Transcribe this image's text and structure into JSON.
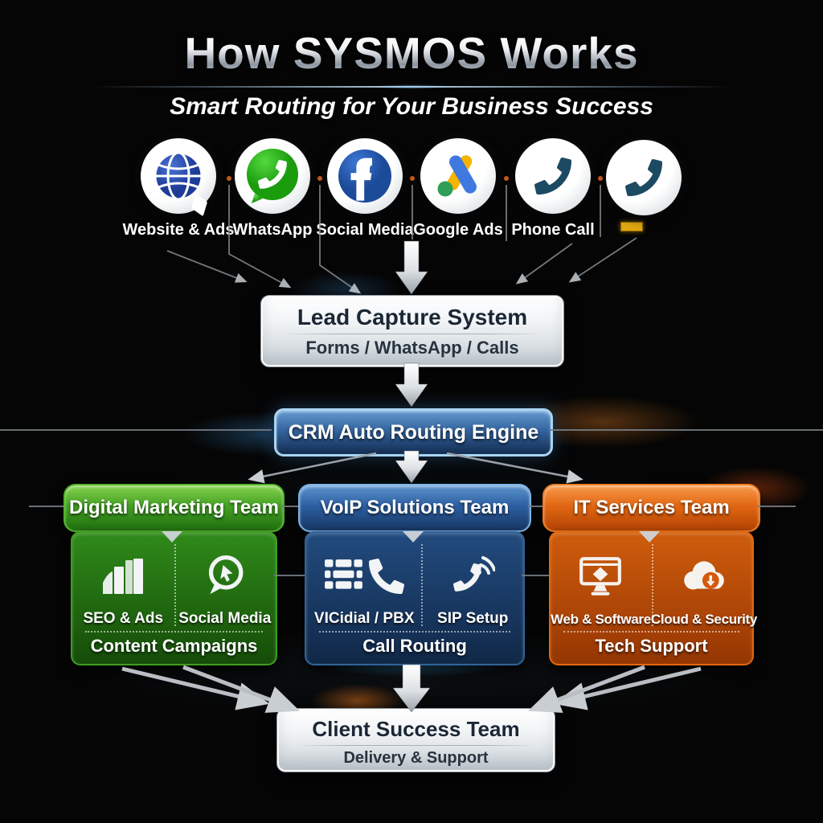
{
  "header": {
    "title": "How SYSMOS Works",
    "subtitle": "Smart Routing for Your Business Success"
  },
  "sources": {
    "items": [
      {
        "label": "Website & Ads",
        "icon": "globe-bubble-icon"
      },
      {
        "label": "WhatsApp",
        "icon": "whatsapp-icon"
      },
      {
        "label": "Social Media",
        "icon": "facebook-icon"
      },
      {
        "label": "Google Ads",
        "icon": "google-ads-icon"
      },
      {
        "label": "Phone Call",
        "icon": "phone-icon"
      },
      {
        "label": "",
        "icon": "phone-icon"
      }
    ]
  },
  "lead_capture": {
    "title": "Lead Capture System",
    "subtitle": "Forms / WhatsApp / Calls"
  },
  "crm": {
    "title": "CRM Auto Routing Engine"
  },
  "teams": [
    {
      "name": "Digital Marketing Team",
      "theme_color": "#2f8a1a",
      "items": [
        {
          "label": "SEO & Ads",
          "icon": "bar-chart-icon"
        },
        {
          "label": "Social Media",
          "icon": "chat-cursor-icon"
        }
      ],
      "footer": "Content Campaigns"
    },
    {
      "name": "VoIP Solutions Team",
      "theme_color": "#1d4372",
      "items": [
        {
          "label": "VICidial / PBX",
          "icon": "pbx-grid-phone-icon"
        },
        {
          "label": "SIP Setup",
          "icon": "phone-signal-icon"
        }
      ],
      "footer": "Call Routing"
    },
    {
      "name": "IT Services Team",
      "theme_color": "#cf5c0c",
      "items": [
        {
          "label": "Web & Software",
          "icon": "monitor-diamond-icon"
        },
        {
          "label": "Cloud & Security",
          "icon": "cloud-download-icon"
        }
      ],
      "footer": "Tech Support"
    }
  ],
  "client_success": {
    "title": "Client Success Team",
    "subtitle": "Delivery & Support"
  },
  "colors": {
    "background": "#050505",
    "silver_box": "#e9edef",
    "crm_border": "#a8d5f3",
    "green": "#2f8a1a",
    "blue": "#1d4372",
    "orange": "#cf5c0c",
    "whatsapp_green": "#2bb826",
    "facebook_blue": "#2e6bc4",
    "google_yellow": "#f4b400",
    "google_blue": "#4285f4",
    "google_green": "#2f9e57",
    "phone_teal": "#1d4a63",
    "marker_yellow": "#e0a712",
    "wire_gray": "#8a9198"
  }
}
